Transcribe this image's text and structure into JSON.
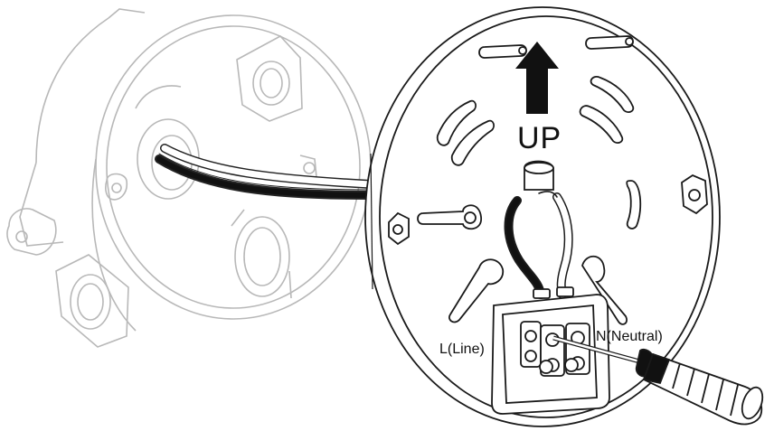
{
  "labels": {
    "up": "UP",
    "line": "L(Line)",
    "neutral": "N(Neutral)"
  },
  "colors": {
    "outline_dark": "#1a1a1a",
    "outline_light": "#b8b8b8",
    "wire_black": "#111111",
    "background": "#ffffff"
  },
  "icons": {
    "arrow": "up-arrow-icon",
    "tool": "screwdriver-icon"
  }
}
